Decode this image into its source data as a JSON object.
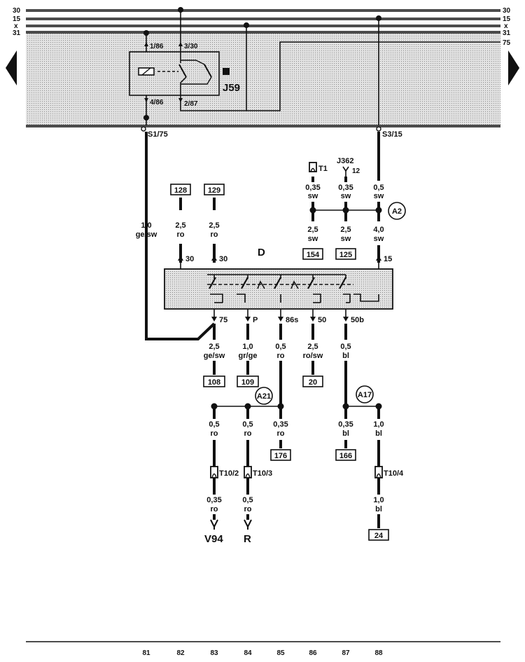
{
  "bus_lines": {
    "left": [
      "30",
      "15",
      "x",
      "31"
    ],
    "right": [
      "30",
      "15",
      "x",
      "31",
      "75"
    ]
  },
  "relay": {
    "name": "J59",
    "pin_top_left": "1/86",
    "pin_top_right": "3/30",
    "pin_bottom_left": "4/86",
    "pin_bottom_right": "2/87"
  },
  "connectors": {
    "s1": "S1/75",
    "s3": "S3/15",
    "t1": "T1",
    "j362": "J362",
    "j362_pin": "12",
    "t10_2": "T10/2",
    "t10_3": "T10/3",
    "t10_4": "T10/4"
  },
  "switch": {
    "name": "D"
  },
  "wires": {
    "main_left": {
      "size": "1,0",
      "color": "ge/sw"
    },
    "w128": {
      "size": "2,5",
      "color": "ro"
    },
    "w129": {
      "size": "2,5",
      "color": "ro"
    },
    "t1": {
      "size": "0,35",
      "color": "sw"
    },
    "j362": {
      "size": "0,35",
      "color": "sw"
    },
    "s3": {
      "size": "0,5",
      "color": "sw"
    },
    "w154": {
      "size": "2,5",
      "color": "sw"
    },
    "w125": {
      "size": "2,5",
      "color": "sw"
    },
    "w15": {
      "size": "4,0",
      "color": "sw"
    },
    "w108": {
      "size": "2,5",
      "color": "ge/sw"
    },
    "w109": {
      "size": "1,0",
      "color": "gr/ge"
    },
    "w86s": {
      "size": "0,5",
      "color": "ro"
    },
    "w20": {
      "size": "2,5",
      "color": "ro/sw"
    },
    "w50b": {
      "size": "0,5",
      "color": "bl"
    },
    "a21_left": {
      "size": "0,5",
      "color": "ro"
    },
    "a21_mid": {
      "size": "0,5",
      "color": "ro"
    },
    "w176": {
      "size": "0,35",
      "color": "ro"
    },
    "w166": {
      "size": "0,35",
      "color": "bl"
    },
    "a17_right": {
      "size": "1,0",
      "color": "bl"
    },
    "v94_wire": {
      "size": "0,35",
      "color": "ro"
    },
    "r_wire": {
      "size": "0,5",
      "color": "ro"
    },
    "w24": {
      "size": "1,0",
      "color": "bl"
    }
  },
  "terminals": {
    "t30a": "30",
    "t30b": "30",
    "t15": "15",
    "t75": "75",
    "tP": "P",
    "t86s": "86s",
    "t50": "50",
    "t50b": "50b"
  },
  "refs": {
    "r128": "128",
    "r129": "129",
    "r154": "154",
    "r125": "125",
    "r108": "108",
    "r109": "109",
    "r20": "20",
    "r176": "176",
    "r166": "166",
    "r24": "24"
  },
  "junctions": {
    "a2": "A2",
    "a21": "A21",
    "a17": "A17"
  },
  "components": {
    "v94": "V94",
    "r": "R"
  },
  "bottom_numbers": [
    "81",
    "82",
    "83",
    "84",
    "85",
    "86",
    "87",
    "88"
  ]
}
